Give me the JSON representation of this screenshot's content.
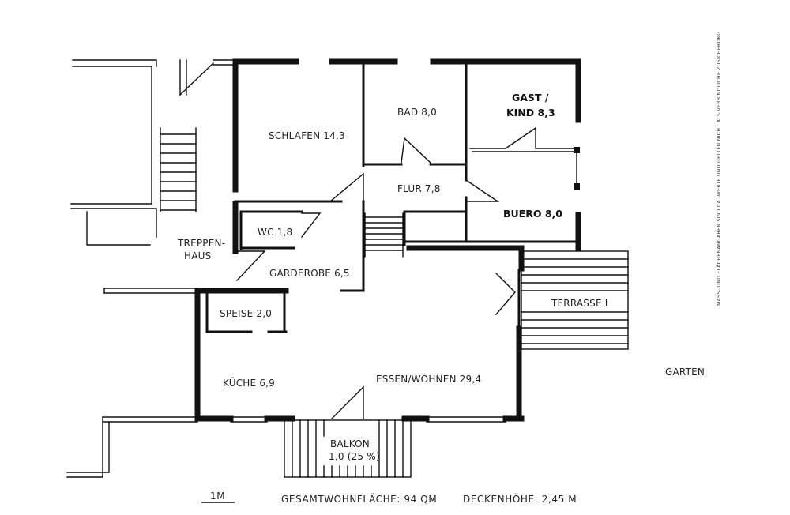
{
  "rooms": {
    "schlafen": "SCHLAFEN 14,3",
    "bad": "BAD 8,0",
    "gast_line1": "GAST /",
    "gast_line2": "KIND 8,3",
    "flur": "FLUR 7,8",
    "buero": "BUERO 8,0",
    "wc": "WC 1,8",
    "treppenhaus_line1": "TREPPEN-",
    "treppenhaus_line2": "HAUS",
    "garderobe": "GARDEROBE 6,5",
    "speise": "SPEISE 2,0",
    "kueche": "KÜCHE 6,9",
    "essen_wohnen": "ESSEN/WOHNEN 29,4",
    "terrasse": "TERRASSE I",
    "garten": "GARTEN",
    "balkon_line1": "BALKON",
    "balkon_line2": "1,0 (25 %)"
  },
  "footer": {
    "scale": "1M",
    "area": "GESAMTWOHNFLÄCHE: 94 QM",
    "ceiling": "DECKENHÖHE: 2,45 M"
  },
  "disclaimer": "MASS- UND FLÄCHENANGABEN SIND CA.-WERTE UND GELTEN NICHT ALS VERBINDLICHE ZUSICHERUNG"
}
